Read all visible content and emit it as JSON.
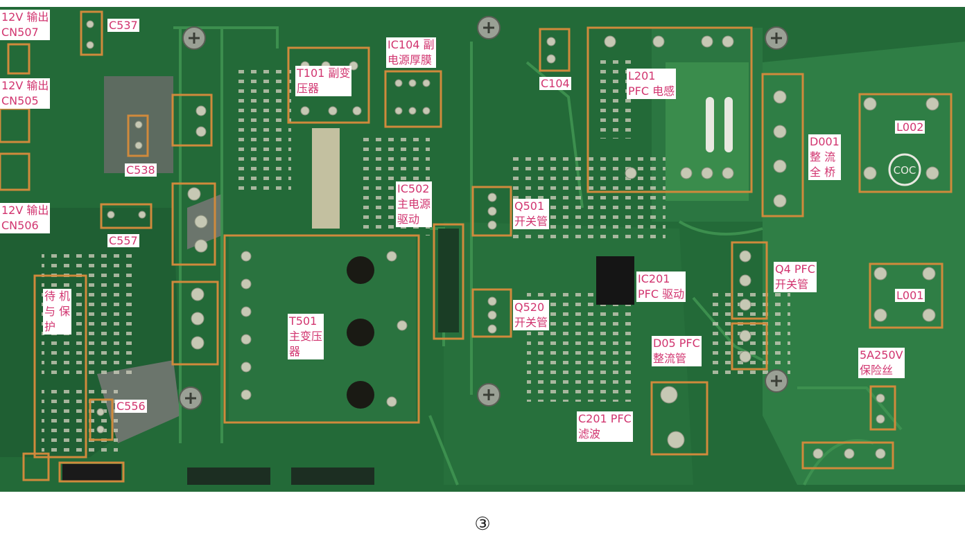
{
  "labels": {
    "cn507": "12V 输出\nCN507",
    "cn505": "12V 输出\nCN505",
    "cn506": "12V 输出\nCN506",
    "c537": "C537",
    "c538": "C538",
    "c557": "C557",
    "c556": "C556",
    "standby": "待 机\n与 保\n护",
    "t101": "T101 副变\n压器",
    "ic104": "IC104   副\n电源厚膜",
    "ic502": "IC502\n主电源\n驱动",
    "t501": "T501\n主变压\n器",
    "c104": "C104",
    "l201": "L201\nPFC 电感",
    "q501": "Q501\n开关管",
    "q520": "Q520\n开关管",
    "ic201": "IC201\nPFC 驱动",
    "d05": "D05   PFC\n整流管",
    "c201": "C201   PFC\n滤波",
    "d001": "D001\n整 流\n全 桥",
    "q4": "Q4    PFC\n开关管",
    "l002": "L002",
    "l001": "L001",
    "fuse": "5A250V\n保险丝"
  },
  "silkscreen": {
    "coc_mark": "COC"
  },
  "figure_number": "③",
  "colors": {
    "board": "#236a38",
    "trace": "#3a8c4c",
    "box": "#d08a3c",
    "label_text": "#d1346f",
    "background": "#ffffff"
  }
}
